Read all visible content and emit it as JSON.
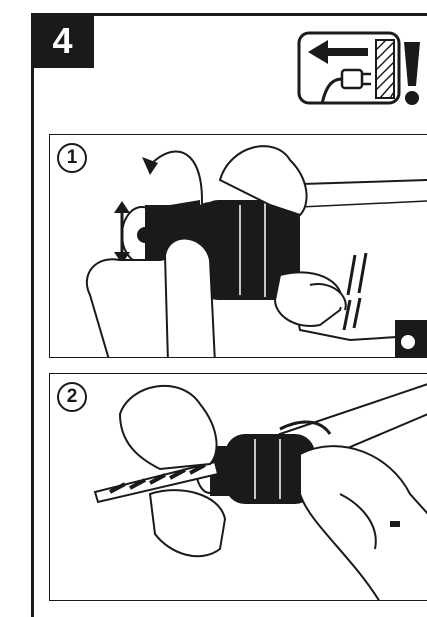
{
  "step": {
    "number": "4"
  },
  "warning": {
    "icon": "unplug-power-cord-icon"
  },
  "panels": [
    {
      "number": "1",
      "illustration": "rotate-chuck-sleeve-by-hand"
    },
    {
      "number": "2",
      "illustration": "insert-drill-bit-into-chuck"
    }
  ],
  "colors": {
    "ink": "#1a1a1a",
    "paper": "#ffffff"
  }
}
